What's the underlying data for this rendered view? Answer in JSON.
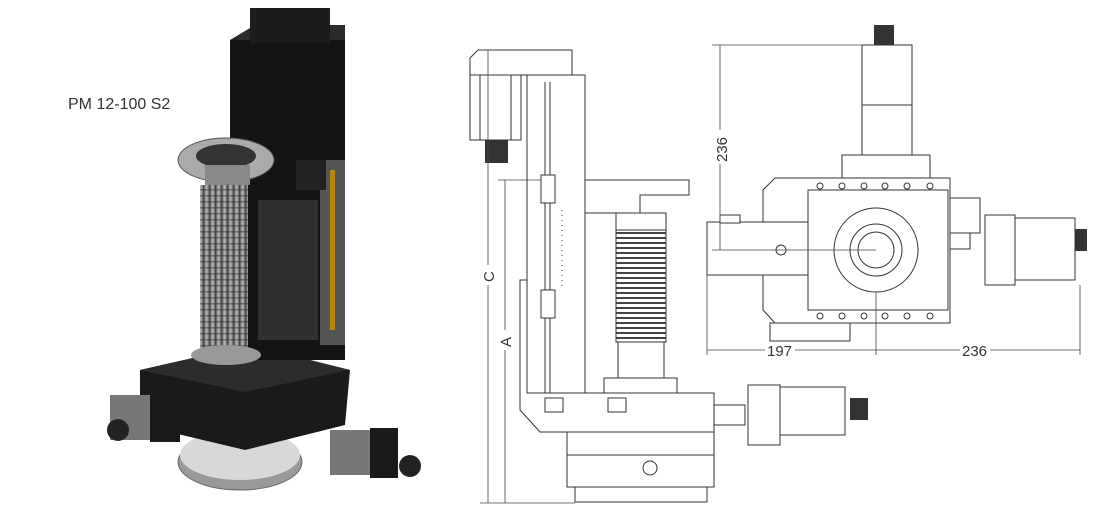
{
  "product": {
    "model": "PM 12-100 S2"
  },
  "side_view": {
    "dim_c": "C",
    "dim_a": "A"
  },
  "top_view": {
    "dim_vertical": "236",
    "dim_left": "197",
    "dim_right": "236"
  }
}
